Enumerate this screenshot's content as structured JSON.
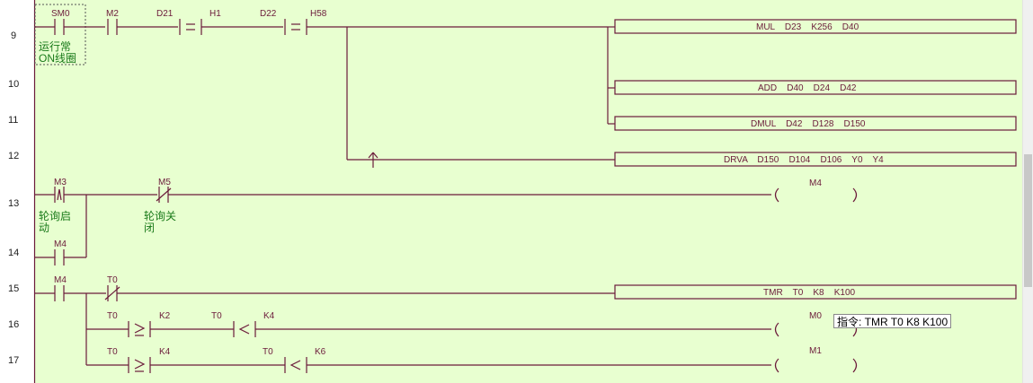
{
  "rows": [
    {
      "num": "9"
    },
    {
      "num": "10"
    },
    {
      "num": "11"
    },
    {
      "num": "12"
    },
    {
      "num": "13"
    },
    {
      "num": "14"
    },
    {
      "num": "15"
    },
    {
      "num": "16"
    },
    {
      "num": "17"
    }
  ],
  "contacts": {
    "sm0": "SM0",
    "m2": "M2",
    "d21": "D21",
    "h1": "H1",
    "d22": "D22",
    "h58": "H58",
    "m3": "M3",
    "m5": "M5",
    "m4a": "M4",
    "m4b": "M4",
    "t0a": "T0",
    "t0b": "T0",
    "k2": "K2",
    "t0c": "T0",
    "k4a": "K4",
    "t0d": "T0",
    "k4b": "K4",
    "t0e": "T0",
    "k6": "K6"
  },
  "comments": {
    "sm0_1": "运行常",
    "sm0_2": "ON线圈",
    "m3_1": "轮询启",
    "m3_2": "动",
    "m5_1": "轮询关",
    "m5_2": "闭"
  },
  "instructions": {
    "mul": "MUL    D23    K256    D40",
    "add": "ADD    D40    D24    D42",
    "dmul": "DMUL    D42    D128    D150",
    "drva": "DRVA    D150    D104    D106    Y0    Y4",
    "tmr": "TMR    T0    K8    K100"
  },
  "coils": {
    "m4": "M4",
    "m0": "M0",
    "m1": "M1"
  },
  "tooltip": "指令: TMR  T0  K8  K100",
  "colors": {
    "background": "#e8ffd0",
    "wire": "#6b1a3a",
    "comment": "#1a7a1a"
  }
}
